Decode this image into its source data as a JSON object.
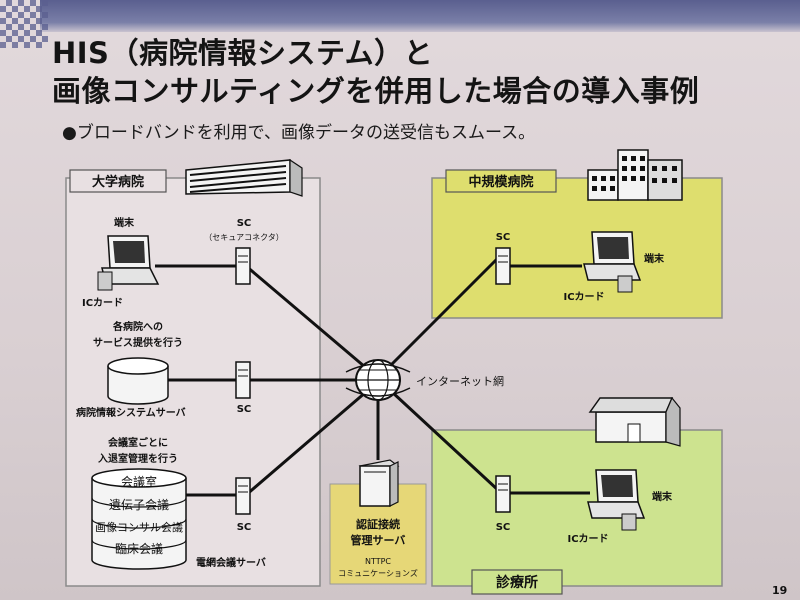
{
  "slide": {
    "title_line1": "HIS（病院情報システム）と",
    "title_line2": "画像コンサルティングを併用した場合の導入事例",
    "bullet": "●ブロードバンドを利用で、画像データの送受信もスムース。",
    "page_number": "19"
  },
  "diagram": {
    "university_hospital": "大学病院",
    "mid_hospital": "中規模病院",
    "clinic": "診療所",
    "terminal": "端末",
    "ic_card": "ICカード",
    "sc": "SC",
    "sc_sub": "（セキュアコネクタ）",
    "service_note_1": "各病院への",
    "service_note_2": "サービス提供を行う",
    "his_server": "病院情報システムサーバ",
    "room_note_1": "会議室ごとに",
    "room_note_2": "入退室管理を行う",
    "rooms": [
      "会議室",
      "遺伝子会議",
      "画像コンサル会議",
      "臨床会議"
    ],
    "conference_server": "電網会議サーバ",
    "internet": "インターネット網",
    "auth_server_1": "認証接続",
    "auth_server_2": "管理サーバ",
    "provider_1": "NTTPC",
    "provider_2": "コミュニケーションズ"
  },
  "colors": {
    "mid_hospital_bg": "#dede6e",
    "clinic_bg": "#cde38f",
    "auth_bg": "#e6d777",
    "header_bar": "#5a5f8f"
  }
}
